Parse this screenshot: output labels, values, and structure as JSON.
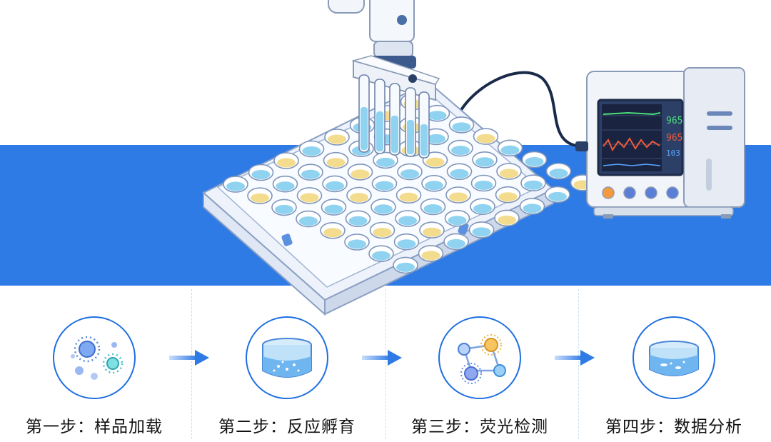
{
  "monitor": {
    "readouts": [
      "965",
      "965",
      "103"
    ]
  },
  "steps": [
    {
      "label": "第一步：样品加载",
      "icon": "cells-icon"
    },
    {
      "label": "第二步：反应孵育",
      "icon": "dish-icon"
    },
    {
      "label": "第三步：荧光检测",
      "icon": "molecule-icon"
    },
    {
      "label": "第四步：数据分析",
      "icon": "dish-icon"
    }
  ],
  "colors": {
    "band": "#2e7be6",
    "accent": "#1f6fe0",
    "well_blue": "#8fd3f0",
    "well_yellow": "#f3dc8e"
  }
}
